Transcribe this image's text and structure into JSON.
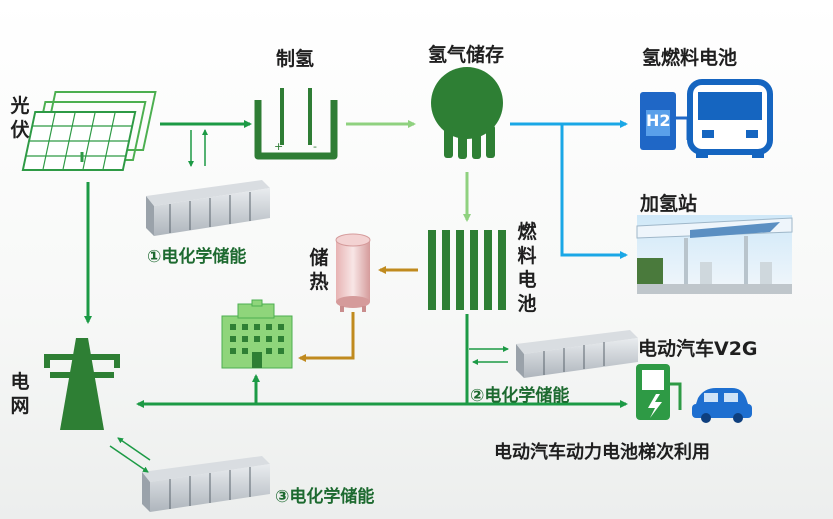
{
  "nodes": {
    "pv": "光伏",
    "electrolysis": "制氢",
    "storage": "氢气储存",
    "fuel_cell_app": "氢燃料电池",
    "station": "加氢站",
    "fuel_cell": "燃料电池",
    "heat_storage": "储热",
    "grid": "电网",
    "v2g": "电动汽车V2G",
    "battery_reuse": "电动汽车动力电池梯次利用"
  },
  "storage_units": {
    "unit1": "①电化学储能",
    "unit2": "②电化学储能",
    "unit3": "③电化学储能"
  },
  "icons": {
    "h2_sign": "H2"
  },
  "colors": {
    "green": "#1c9a45",
    "dark_green": "#2f7d35",
    "light_green": "#8fd17f",
    "blue": "#1aa7e6",
    "brown": "#c08a1e"
  }
}
